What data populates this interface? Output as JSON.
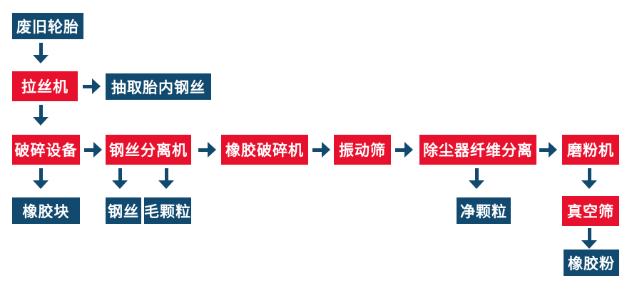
{
  "colors": {
    "red": "#e8112d",
    "blue": "#114a6e",
    "text": "#ffffff",
    "background": "#ffffff"
  },
  "flowchart": {
    "nodes": {
      "waste_tire": "废旧轮胎",
      "wire_drawing_machine": "拉丝机",
      "extract_inner_steel_wire": "抽取胎内钢丝",
      "crushing_equipment": "破碎设备",
      "steel_wire_separator": "钢丝分离机",
      "rubber_crusher": "橡胶破碎机",
      "vibrating_screen": "振动筛",
      "dust_collector_fiber_separation": "除尘器纤维分离",
      "grinding_machine": "磨粉机",
      "rubber_block": "橡胶块",
      "steel_wire": "钢丝",
      "wool_granule": "毛颗粒",
      "clean_granule": "净颗粒",
      "vacuum_screen": "真空筛",
      "rubber_powder": "橡胶粉"
    }
  }
}
